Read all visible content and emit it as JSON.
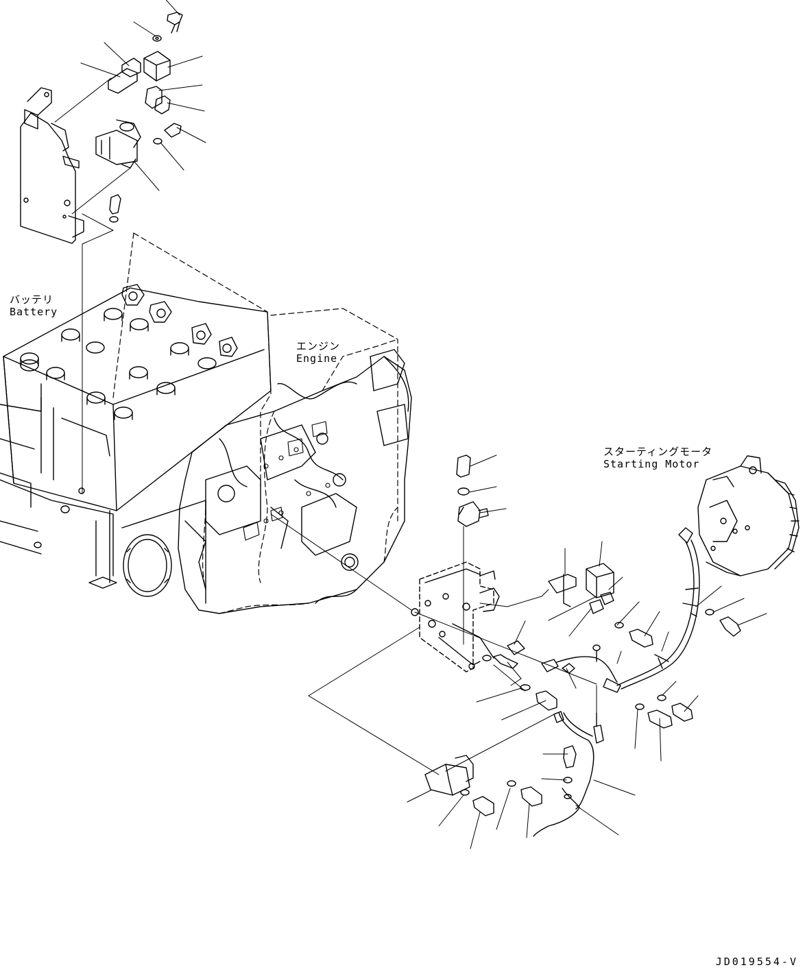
{
  "labels": {
    "battery": {
      "jp": "バッテリ",
      "en": "Battery"
    },
    "engine": {
      "jp": "エンジン",
      "en": "Engine"
    },
    "starting_motor": {
      "jp": "スターティングモータ",
      "en": "Starting Motor"
    }
  },
  "drawing_code": "JD019554-V",
  "colors": {
    "line": "#000000",
    "background": "#ffffff"
  }
}
